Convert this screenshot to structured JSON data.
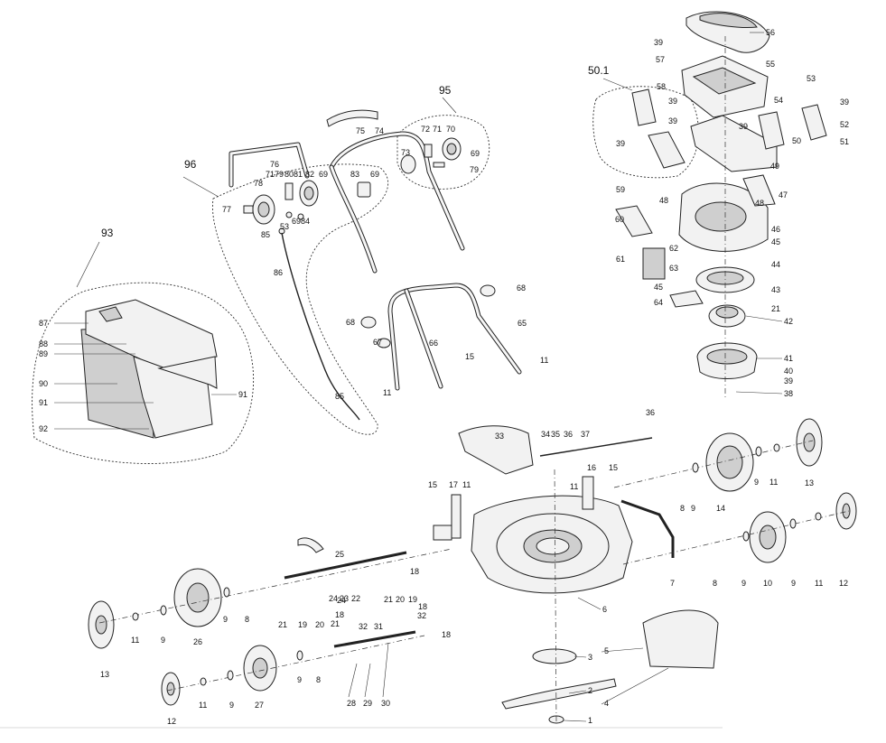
{
  "groups": {
    "g93": "93",
    "g96": "96",
    "g95": "95",
    "g501": "50.1"
  },
  "labels": {
    "l56": "56",
    "l39a": "39",
    "l57": "57",
    "l55": "55",
    "l53": "53",
    "l54": "54",
    "l58": "58",
    "l39b": "39",
    "l39c": "39",
    "l52": "52",
    "l39d": "39",
    "l39e": "39",
    "l50": "50",
    "l51": "51",
    "l39f": "39",
    "l49": "49",
    "l59": "59",
    "l47": "47",
    "l48a": "48",
    "l48b": "48",
    "l60": "60",
    "l46": "46",
    "l45a": "45",
    "l62": "62",
    "l61": "61",
    "l63": "63",
    "l44": "44",
    "l45b": "45",
    "l43": "43",
    "l64": "64",
    "l21a": "21",
    "l42": "42",
    "l41": "41",
    "l40": "40",
    "l39g": "39",
    "l38": "38",
    "l75": "75",
    "l74": "74",
    "l76": "76",
    "l71a": "71",
    "l79a": "79",
    "l80": "80",
    "l81": "81",
    "l82": "82",
    "l69a": "69",
    "l83": "83",
    "l69b": "69",
    "l78": "78",
    "l77": "77",
    "l69c": "69",
    "l84": "84",
    "l53b": "53",
    "l85a": "85",
    "l86": "86",
    "l85b": "85",
    "l72": "72",
    "l71b": "71",
    "l70": "70",
    "l73": "73",
    "l69d": "69",
    "l79b": "79",
    "l68a": "68",
    "l68b": "68",
    "l65": "65",
    "l67": "67",
    "l66": "66",
    "l15a": "15",
    "l11a": "11",
    "l11b": "11",
    "l87": "87",
    "l88": "88",
    "l89": "89",
    "l90": "90",
    "l91a": "91",
    "l91b": "91",
    "l92": "92",
    "l33": "33",
    "l34": "34",
    "l35": "35",
    "l36a": "36",
    "l37": "37",
    "l36b": "36",
    "l15b": "15",
    "l17": "17",
    "l11c": "11",
    "l16": "16",
    "l15c": "15",
    "l11d": "11",
    "l8a": "8",
    "l9a": "9",
    "l14": "14",
    "l9b": "9",
    "l11e": "11",
    "l13a": "13",
    "l7": "7",
    "l8b": "8",
    "l9c": "9",
    "l10": "10",
    "l9d": "9",
    "l11f": "11",
    "l12a": "12",
    "l25": "25",
    "l24a": "24",
    "l23": "23",
    "l22": "22",
    "l18a": "18",
    "l21b": "21",
    "l19a": "19",
    "l20a": "20",
    "l24b": "24",
    "l21c": "21",
    "l21d": "21",
    "l20b": "20",
    "l19b": "19",
    "l18b": "18",
    "l18c": "18",
    "l32a": "32",
    "l32b": "32",
    "l31": "31",
    "l18d": "18",
    "l6": "6",
    "l3": "3",
    "l5": "5",
    "l2": "2",
    "l4": "4",
    "l1": "1",
    "l11g": "11",
    "l9e": "9",
    "l26": "26",
    "l9f": "9",
    "l8c": "8",
    "l13b": "13",
    "l9g": "9",
    "l8d": "8",
    "l27": "27",
    "l12b": "12",
    "l11h": "11",
    "l9h": "9",
    "l28": "28",
    "l29": "29",
    "l30": "30"
  },
  "colors": {
    "line": "#222222",
    "fill_light": "#f2f2f2",
    "fill_dark": "#cfcfcf",
    "background": "#ffffff"
  }
}
